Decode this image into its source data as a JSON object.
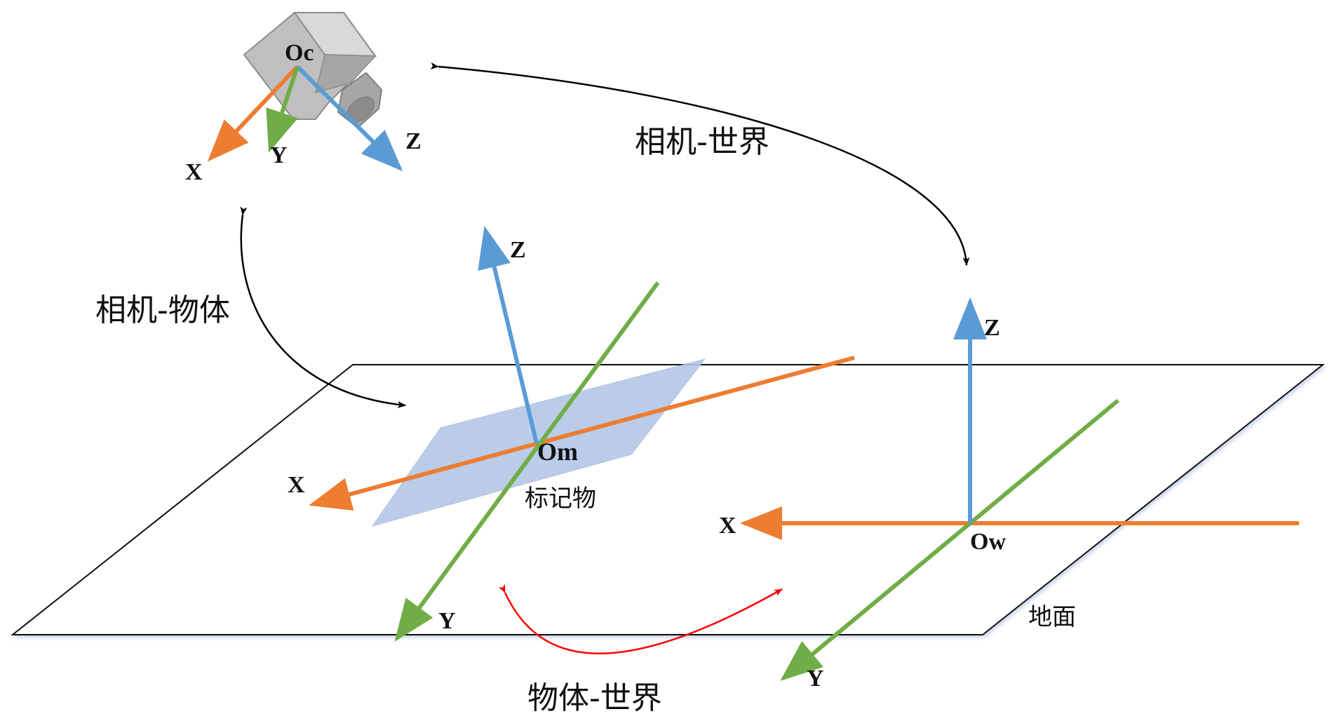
{
  "colors": {
    "x_axis": "#ED7D31",
    "y_axis": "#70AD47",
    "z_axis": "#5B9BD5",
    "marker_plane": "#B4C7E7",
    "camera_body": "#BFBFBF",
    "camera_edge": "#7F7F7F",
    "black_arrow": "#000000",
    "red_arrow": "#FF0000"
  },
  "camera": {
    "origin_label": "Oc",
    "x_label": "X",
    "y_label": "Y",
    "z_label": "Z"
  },
  "marker": {
    "origin_label": "Om",
    "x_label": "X",
    "y_label": "Y",
    "z_label": "Z",
    "caption": "标记物"
  },
  "world": {
    "origin_label": "Ow",
    "x_label": "X",
    "y_label": "Y",
    "z_label": "Z",
    "ground_caption": "地面"
  },
  "relations": {
    "camera_world": "相机-世界",
    "camera_object": "相机-物体",
    "object_world": "物体-世界"
  }
}
